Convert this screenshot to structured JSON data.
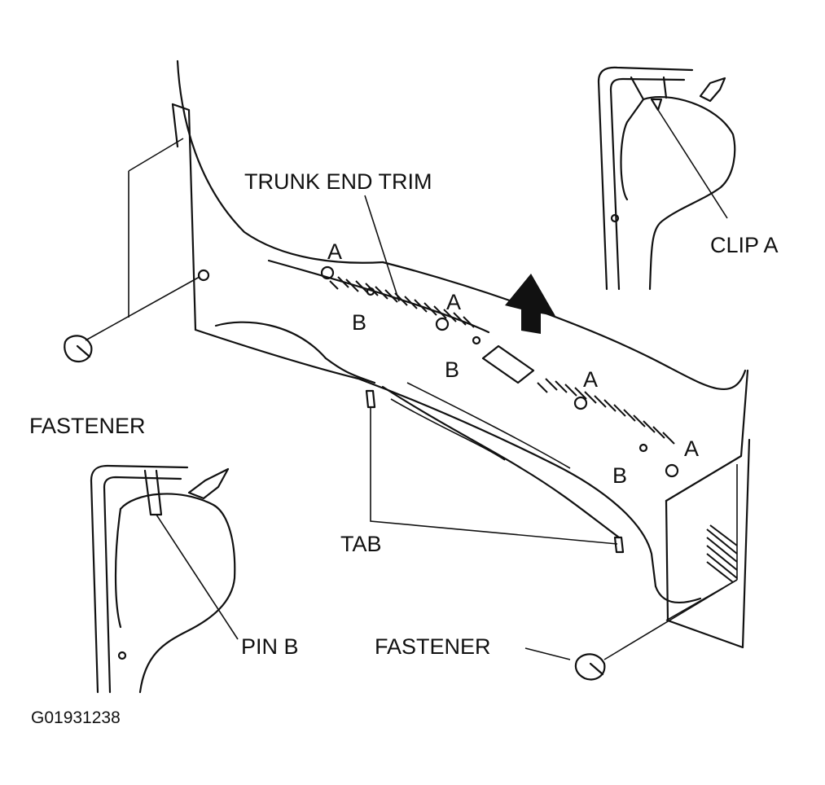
{
  "labels": {
    "trunk_end_trim": "TRUNK END TRIM",
    "clip_a": "CLIP A",
    "fastener_left": "FASTENER",
    "fastener_right": "FASTENER",
    "tab": "TAB",
    "pin_b": "PIN B",
    "figure_id": "G01931238",
    "a1": "A",
    "a2": "A",
    "a3": "A",
    "a4": "A",
    "b1": "B",
    "b2": "B",
    "b3": "B"
  }
}
